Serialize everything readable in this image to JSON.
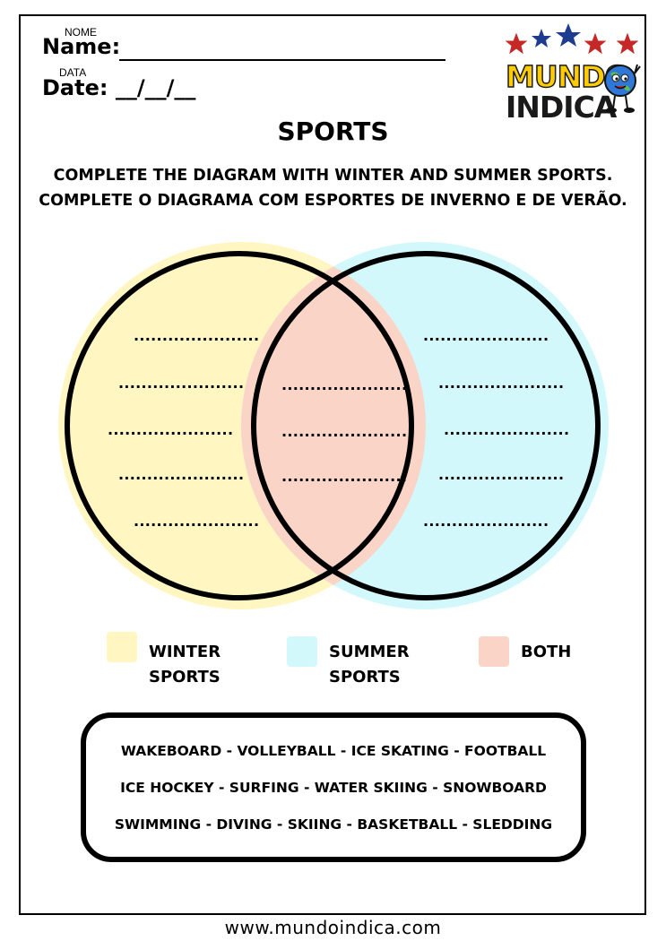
{
  "header": {
    "name_small": "NOME",
    "name_label": "Name:",
    "date_small": "DATA",
    "date_label": "Date: __/__/__"
  },
  "logo": {
    "line1": "MUNDO",
    "line2": "INDICA"
  },
  "title": "SPORTS",
  "instructions": {
    "en": "COMPLETE THE DIAGRAM WITH WINTER AND SUMMER SPORTS.",
    "pt": "COMPLETE O DIAGRAMA COM ESPORTES DE INVERNO E DE VERÃO."
  },
  "venn": {
    "blank": "......................",
    "left_lines": 5,
    "middle_lines": 3,
    "right_lines": 5
  },
  "legend": [
    {
      "line1": "WINTER",
      "line2": "SPORTS",
      "color": "#FFF6C2"
    },
    {
      "line1": "SUMMER",
      "line2": "SPORTS",
      "color": "#D3F8FC"
    },
    {
      "line1": "BOTH",
      "line2": "",
      "color": "#FBD4C8"
    }
  ],
  "word_bank": [
    "WAKEBOARD  -  VOLLEYBALL  -  ICE SKATING  -  FOOTBALL",
    "ICE HOCKEY  -  SURFING  -  WATER SKIING  -  SNOWBOARD",
    "SWIMMING  -  DIVING  -  SKIING  -  BASKETBALL  -  SLEDDING"
  ],
  "footer": "www.mundoindica.com",
  "colors": {
    "winter": "#FFF6C2",
    "summer": "#D3F8FC",
    "both": "#FBD4C8"
  }
}
